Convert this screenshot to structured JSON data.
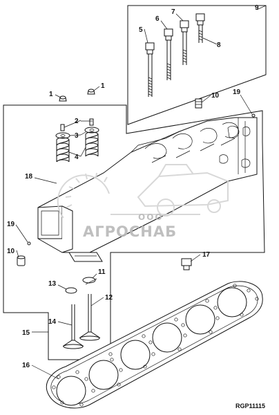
{
  "figure": {
    "code": "RGP11115",
    "watermark": {
      "company": "ООО",
      "brand": "АГРОСНАБ"
    },
    "callouts": {
      "c1a": "1",
      "c1b": "1",
      "c2": "2",
      "c3": "3",
      "c4": "4",
      "c5": "5",
      "c6": "6",
      "c7": "7",
      "c8": "8",
      "c9": "9",
      "c10a": "10",
      "c10b": "10",
      "c11": "11",
      "c12": "12",
      "c13": "13",
      "c14": "14",
      "c15": "15",
      "c16": "16",
      "c17": "17",
      "c18": "18",
      "c19a": "19",
      "c19b": "19"
    }
  }
}
